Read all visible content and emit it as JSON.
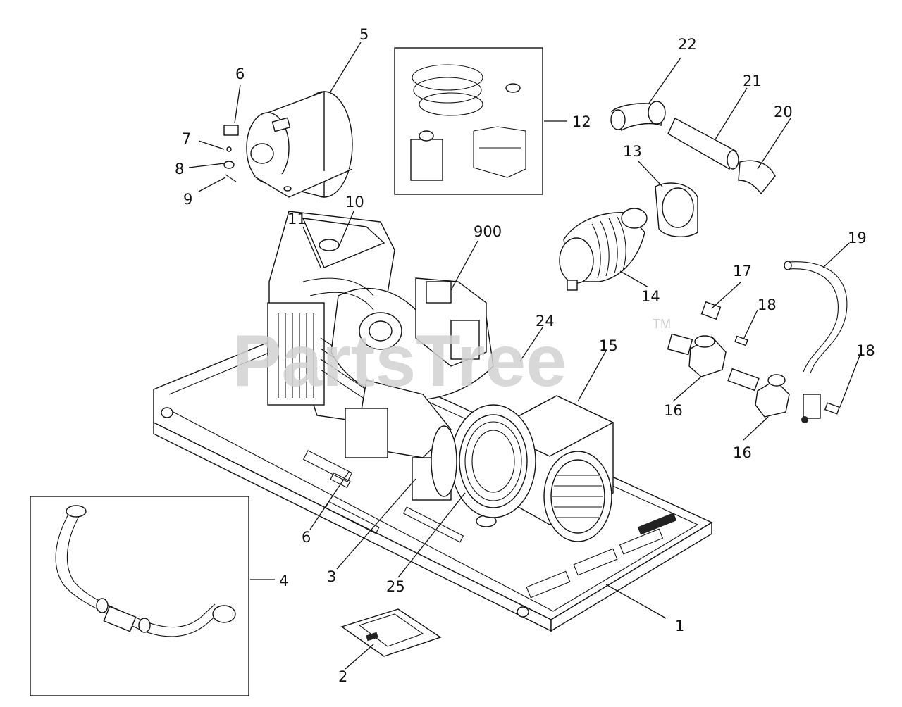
{
  "watermark": {
    "text": "PartsTree",
    "mark": "TM"
  },
  "callouts": [
    "1",
    "2",
    "3",
    "4",
    "5",
    "6",
    "6",
    "7",
    "8",
    "9",
    "10",
    "11",
    "12",
    "13",
    "14",
    "15",
    "16",
    "16",
    "17",
    "18",
    "18",
    "19",
    "20",
    "21",
    "22",
    "24",
    "25",
    "900"
  ]
}
